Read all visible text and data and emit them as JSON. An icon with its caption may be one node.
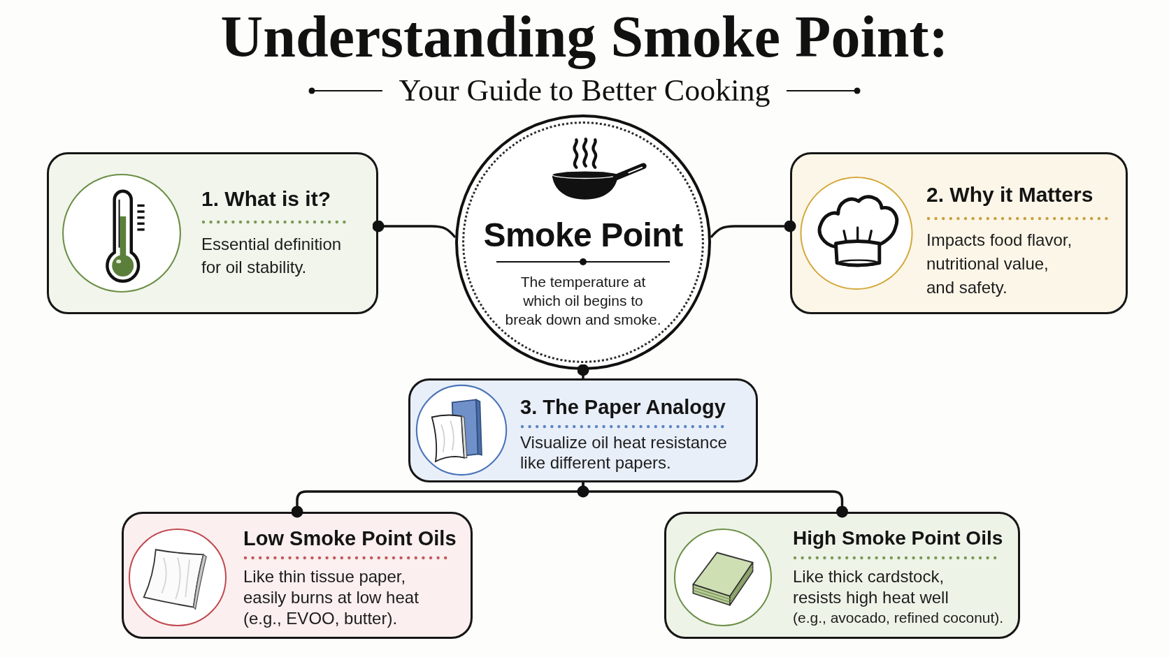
{
  "diagram": {
    "title": "Understanding Smoke Point:",
    "nodes": [
      {
        "text": [
          "1. What is it?",
          "Essential definition for oil stability."
        ]
      },
      {
        "text": [
          "Smoke Point",
          "The temperature at which oil begins to break down and smoke."
        ]
      },
      {
        "text": [
          "2. Why it Matters",
          "Impacts food flavor, nutritional value, and safety."
        ]
      },
      {
        "text": [
          "3. The Paper Analogy",
          "Visualize oil heat resistance like different papers."
        ]
      },
      {
        "text": [
          "Low Smoke Point Oils",
          "Like thin tissue paper, easily burns at low heat (e.g., EVOO, butter)."
        ]
      },
      {
        "text": [
          "High Smoke Point Oils",
          "Like thick cardstock, resists high heat well",
          "(e.g., avocado, refined coconut)."
        ]
      }
    ],
    "edges": [
      {
        "from": 1,
        "to": 0,
        "arrow": "other"
      },
      {
        "from": 1,
        "to": 2,
        "arrow": "other"
      },
      {
        "from": 3,
        "to": 1,
        "arrow": "other"
      },
      {
        "from": 3,
        "to": 4,
        "arrow": "other"
      },
      {
        "from": 3,
        "to": 5,
        "arrow": "other"
      }
    ],
    "labels": [
      "Your Guide to Better Cooking"
    ]
  }
}
